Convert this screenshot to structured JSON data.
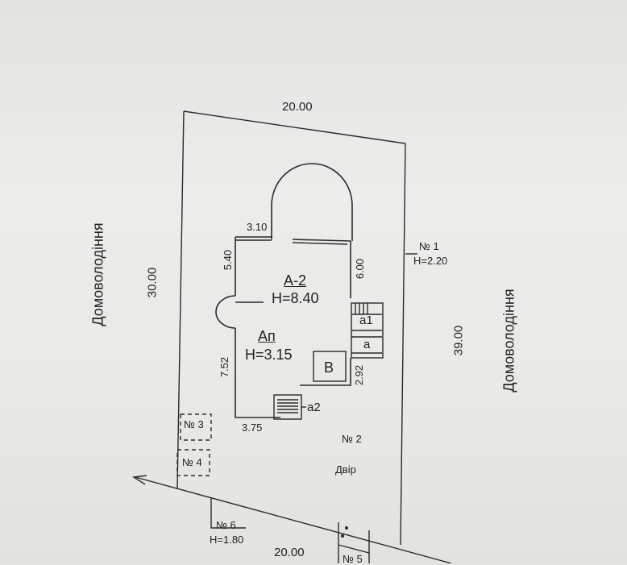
{
  "dims": {
    "top_width": "20.00",
    "left_depth": "30.00",
    "right_depth": "39.00",
    "bottom_width": "20.00",
    "house_top": "3.10",
    "house_left_upper": "5.40",
    "house_right_upper": "6.00",
    "house_left_lower": "7.52",
    "house_bottom": "3.75",
    "house_right_lower": "2.92"
  },
  "neighbors": {
    "left": "Домоволодіння",
    "right": "Домоволодіння"
  },
  "buildings": {
    "main_label": "А-2",
    "main_height": "Н=8.40",
    "annex_label": "Ап",
    "annex_height": "Н=3.15",
    "room_b": "В",
    "porch_a1": "а1",
    "porch_a": "а",
    "porch_a2": "а2"
  },
  "objects": {
    "no1": "№ 1",
    "no1_height": "Н=2.20",
    "no2": "№ 2",
    "yard": "Двір",
    "no3": "№ 3",
    "no4": "№ 4",
    "no5": "№ 5",
    "no6": "№ 6",
    "no6_height": "Н=1.80"
  }
}
